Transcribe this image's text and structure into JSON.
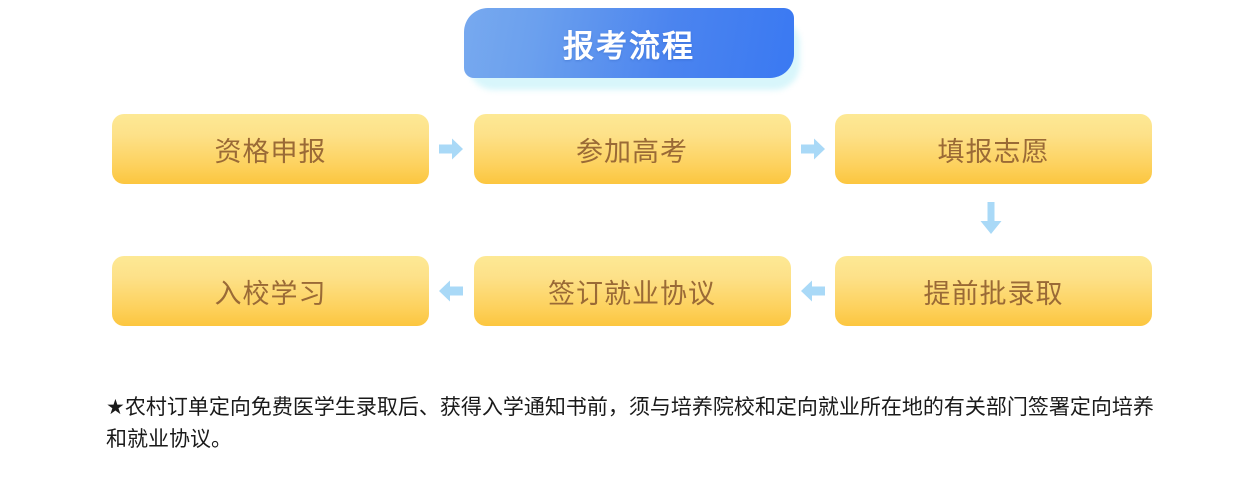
{
  "banner": {
    "title": "报考流程",
    "gradient_from": "#77a9ef",
    "gradient_to": "#3a79f2",
    "glow_color": "#d8f6fb",
    "text_color": "#ffffff"
  },
  "flow": {
    "node_fill_top": "#fde995",
    "node_fill_bottom": "#fcc63f",
    "node_text_color": "#9a6a36",
    "arrow_color": "#a9d9f7",
    "row1": [
      {
        "label": "资格申报"
      },
      {
        "label": "参加高考"
      },
      {
        "label": "填报志愿"
      }
    ],
    "row1_connectors": [
      {
        "icon": "arrow-right-icon"
      },
      {
        "icon": "arrow-right-icon"
      }
    ],
    "vertical_connector": {
      "icon": "arrow-down-icon"
    },
    "row2": [
      {
        "label": "入校学习"
      },
      {
        "label": "签订就业协议"
      },
      {
        "label": "提前批录取"
      }
    ],
    "row2_connectors": [
      {
        "icon": "arrow-left-icon"
      },
      {
        "icon": "arrow-left-icon"
      }
    ]
  },
  "footnote": {
    "text": "★农村订单定向免费医学生录取后、获得入学通知书前，须与培养院校和定向就业所在地的有关部门签署定向培养和就业协议。"
  }
}
